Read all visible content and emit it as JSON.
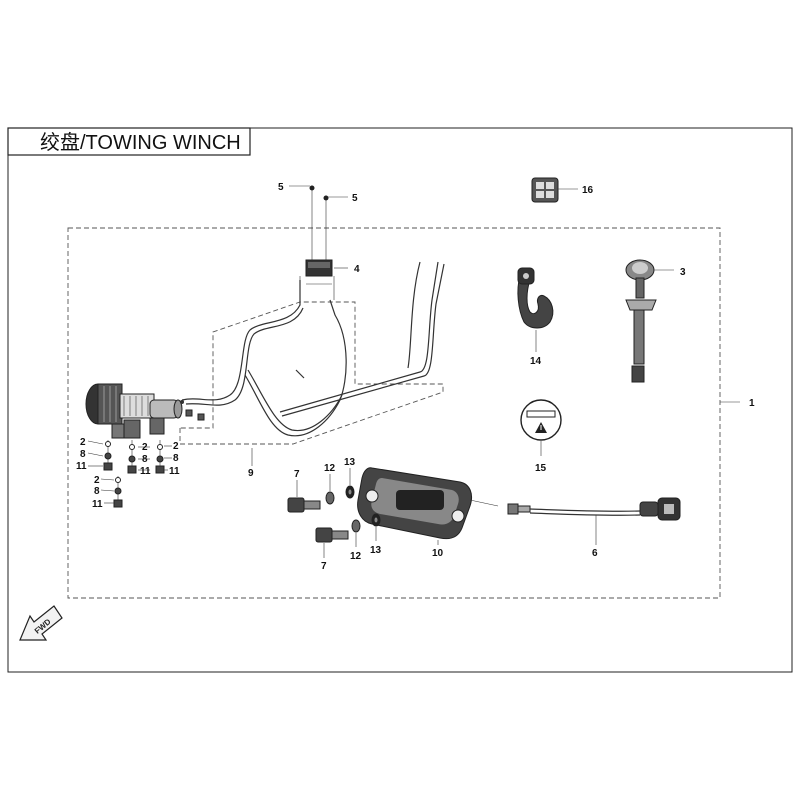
{
  "diagram": {
    "title": "绞盘/TOWING WINCH",
    "fwd_label": "FWD",
    "callouts": {
      "c1": "1",
      "c2a": "2",
      "c8a": "8",
      "c11a": "11",
      "c2b": "2",
      "c8b": "8",
      "c11b": "11",
      "c2c": "2",
      "c8c": "8",
      "c11c": "11",
      "c2d": "2",
      "c8d": "8",
      "c11d": "11",
      "c3": "3",
      "c4": "4",
      "c5a": "5",
      "c5b": "5",
      "c6": "6",
      "c7a": "7",
      "c7b": "7",
      "c9": "9",
      "c10": "10",
      "c12a": "12",
      "c12b": "12",
      "c13a": "13",
      "c13b": "13",
      "c14": "14",
      "c15": "15",
      "c16": "16"
    }
  }
}
